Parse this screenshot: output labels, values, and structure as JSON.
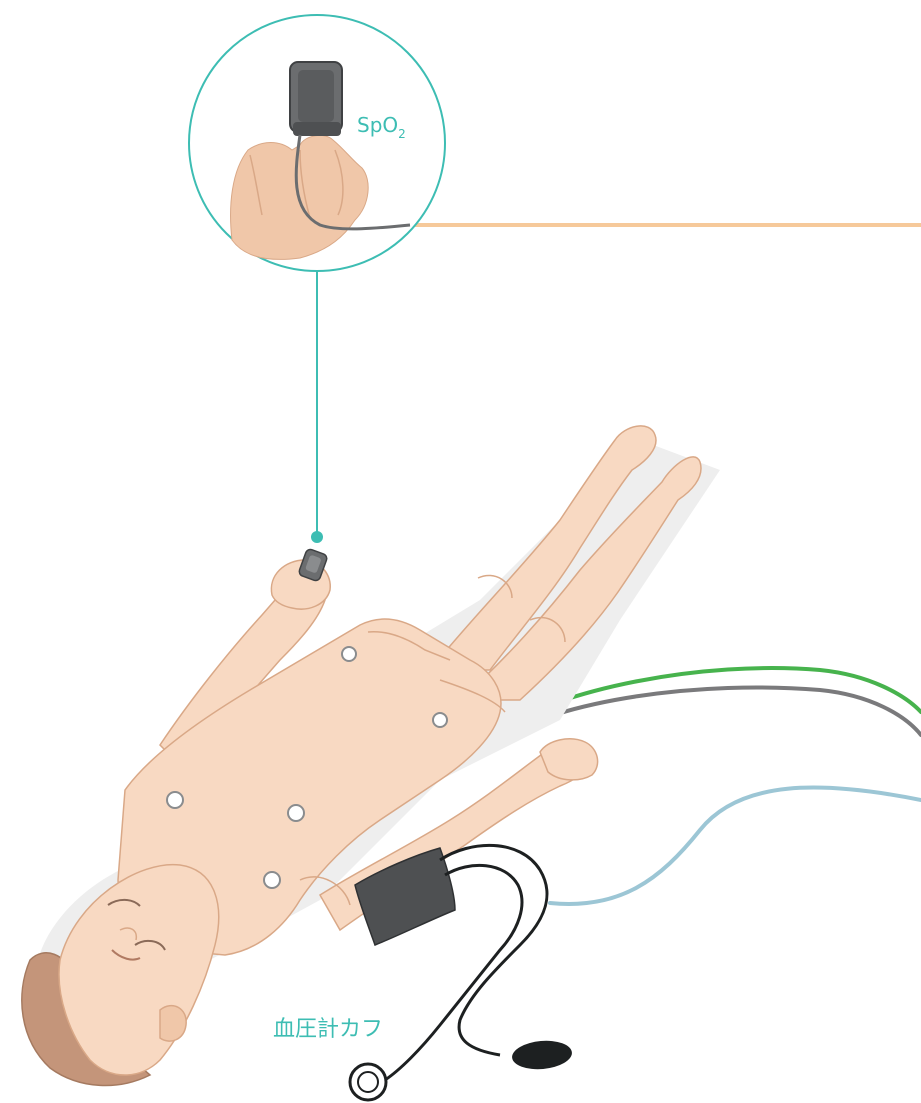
{
  "labels": {
    "spo2_main": "SpO",
    "spo2_sub": "2",
    "bp_cuff": "血圧計カフ"
  },
  "colors": {
    "accent_teal": "#3dbdb3",
    "cable_orange": "#f6c99a",
    "cable_green": "#47b34d",
    "cable_gray": "#7a7a7c",
    "cable_blue": "#9cc6d5",
    "skin": "#f8d9c2",
    "skin_shadow": "#e9bfa3",
    "hair": "#c4957a",
    "cuff": "#4e5052",
    "sensor": "#5a5c5e"
  },
  "icons": {
    "callout": "spo2-finger-sensor-icon",
    "manikin": "child-manikin-illustration"
  }
}
